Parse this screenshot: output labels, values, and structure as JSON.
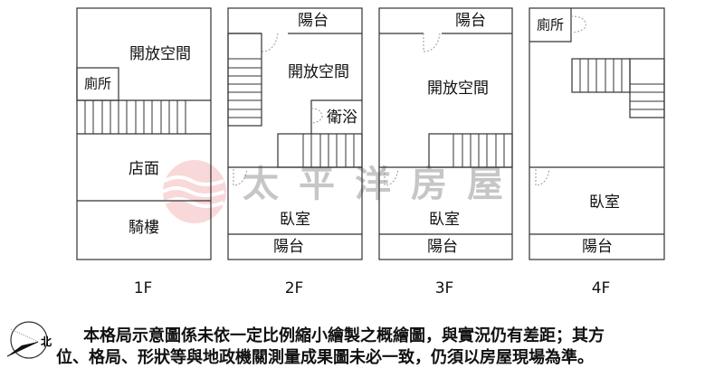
{
  "watermark": "太平洋房屋",
  "floors": [
    {
      "label": "1F",
      "rooms": {
        "open_space": "開放空間",
        "toilet": "廁所",
        "shop": "店面",
        "arcade": "騎樓"
      }
    },
    {
      "label": "2F",
      "rooms": {
        "balcony_top": "陽台",
        "open_space": "開放空間",
        "bathroom": "衛浴",
        "bedroom": "臥室",
        "balcony_bottom": "陽台"
      }
    },
    {
      "label": "3F",
      "rooms": {
        "balcony_top": "陽台",
        "open_space": "開放空間",
        "bedroom": "臥室",
        "balcony_bottom": "陽台"
      }
    },
    {
      "label": "4F",
      "rooms": {
        "toilet": "廁所",
        "bedroom": "臥室",
        "balcony_bottom": "陽台"
      }
    }
  ],
  "compass_label": "北",
  "disclaimer": {
    "line1": "本格局示意圖係未依一定比例縮小繪製之概繪圖，與實況仍有差距；其方",
    "line2": "位、格局、形狀等與地政機關測量成果圖未必一致，仍須以房屋現場為準。"
  },
  "colors": {
    "watermark_gray": "#bdbdbd",
    "logo_red": "#e8606a"
  }
}
